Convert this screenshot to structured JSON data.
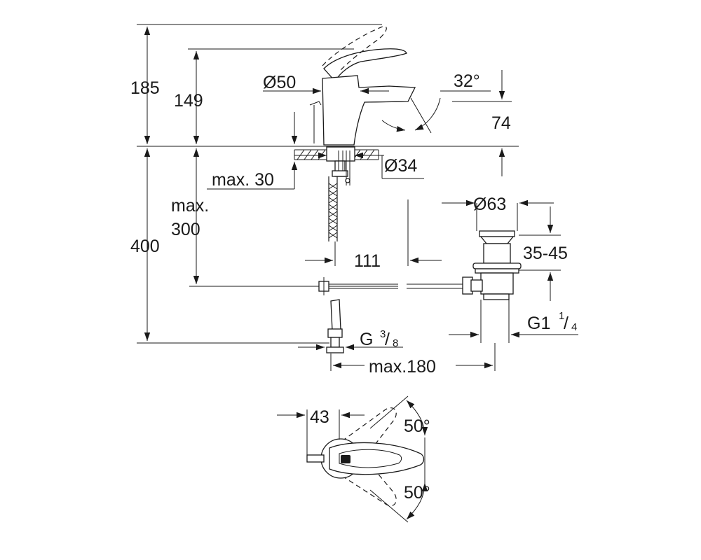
{
  "dimensions": {
    "total_height": "185",
    "spout_height": "149",
    "body_diameter": "Ø50",
    "spout_angle": "32°",
    "spout_outlet_height": "74",
    "hole_diameter": "Ø34",
    "max_deck_thickness": "max. 30",
    "max_hose_length_line1": "max.",
    "max_hose_length_line2": "300",
    "below_deck_height": "400",
    "waste_diameter": "Ø63",
    "waste_height": "35-45",
    "pull_rod_distance": "111",
    "waste_thread": "G1",
    "waste_thread_num": "1",
    "waste_thread_den": "4",
    "supply_thread": "G",
    "supply_thread_num": "3",
    "supply_thread_den": "8",
    "max_waste_distance": "max.180",
    "lever_offset": "43",
    "swing_angle_top": "50°",
    "swing_angle_bottom": "50°"
  }
}
